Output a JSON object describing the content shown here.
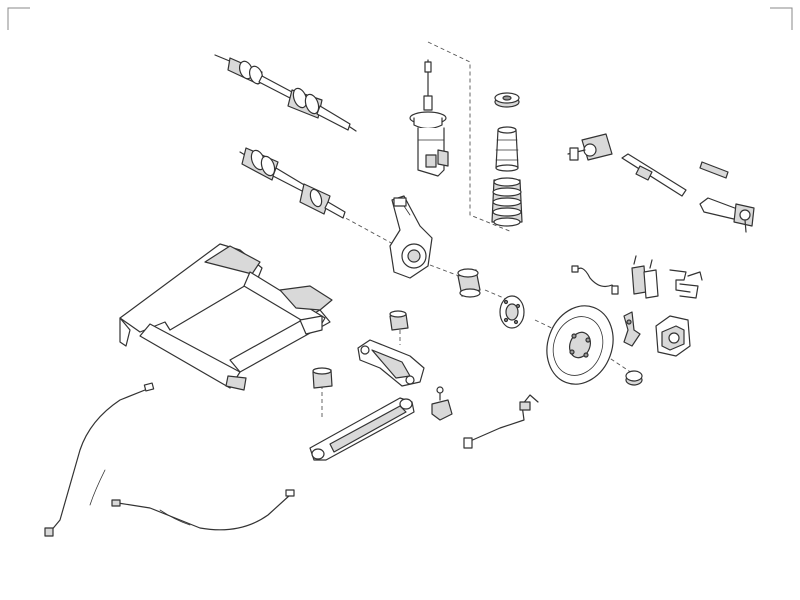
{
  "diagram": {
    "background": "#ffffff",
    "line_color": "#333333",
    "shade_color": "#d9d9d9",
    "parts": [
      "drive-shaft-upper",
      "drive-shaft-lower",
      "shock-absorber",
      "top-mount",
      "dust-boot",
      "coil-spring",
      "tie-rod-end-inner",
      "steering-rack-rod",
      "pin",
      "tie-rod-end-outer",
      "steering-knuckle",
      "wheel-bearing",
      "wheel-hub",
      "brake-disc",
      "abs-sensor-cable",
      "brake-pads",
      "anti-squeal-clips",
      "caliper-bracket",
      "brake-caliper",
      "caliper-bush",
      "subframe",
      "control-arm-bush",
      "control-arm",
      "sway-bar-bush",
      "track-arm",
      "ball-joint",
      "stabilizer-link",
      "parking-brake-cable-left",
      "parking-brake-cable-right"
    ]
  }
}
